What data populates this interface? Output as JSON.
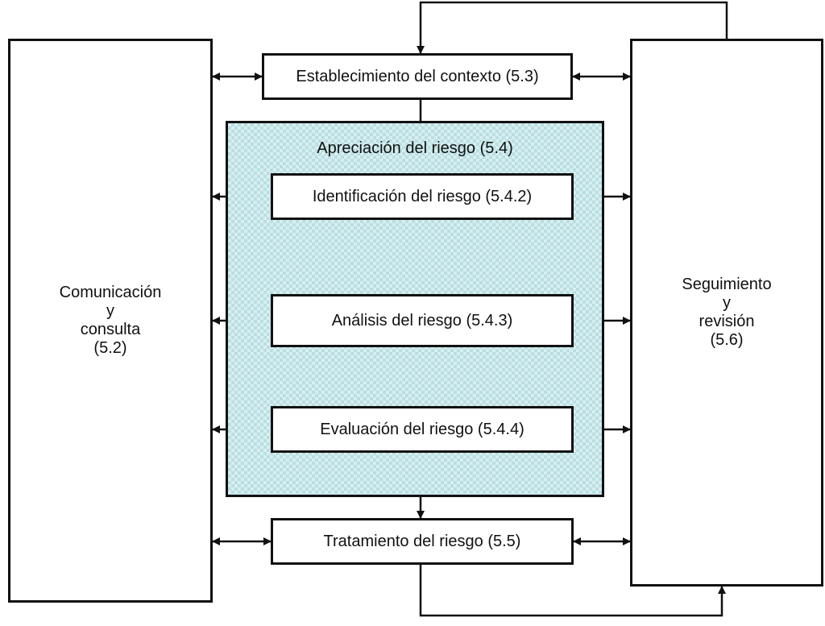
{
  "diagram": {
    "left_box": {
      "label": "Comunicación\ny\nconsulta\n(5.2)"
    },
    "right_box": {
      "label": "Seguimiento\ny\nrevisión\n(5.6)"
    },
    "group": {
      "title": "Apreciación del riesgo (5.4)"
    },
    "steps": [
      {
        "id": "contexto",
        "label": "Establecimiento del contexto (5.3)"
      },
      {
        "id": "identificacion",
        "label": "Identificación del riesgo (5.4.2)"
      },
      {
        "id": "analisis",
        "label": "Análisis del riesgo (5.4.3)"
      },
      {
        "id": "evaluacion",
        "label": "Evaluación del riesgo (5.4.4)"
      },
      {
        "id": "tratamiento",
        "label": "Tratamiento del riesgo (5.5)"
      }
    ],
    "colors": {
      "line": "#111111",
      "group_fill": "#d8eef0",
      "group_pattern": "#b9dfe2"
    }
  }
}
